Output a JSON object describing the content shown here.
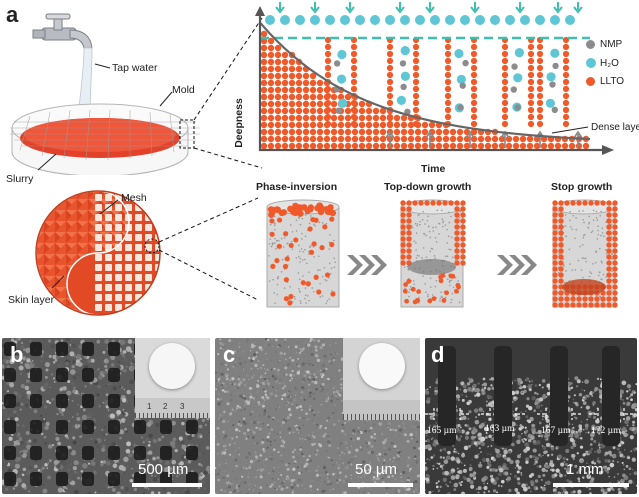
{
  "panels": {
    "a": "a",
    "b": "b",
    "c": "c",
    "d": "d"
  },
  "a_labels": {
    "tap_water": "Tap water",
    "mold": "Mold",
    "slurry": "Slurry",
    "mesh": "Mesh",
    "skin_layer": "Skin layer"
  },
  "plot": {
    "ylabel": "Deepness",
    "xlabel": "Time",
    "dense_layer": "Dense layer",
    "legend": [
      "NMP",
      "H₂O",
      "LLTO"
    ]
  },
  "growth_stages": [
    "Phase-inversion",
    "Top-down growth",
    "Stop growth"
  ],
  "sem": {
    "b_scale": "500 µm",
    "c_scale": "50 µm",
    "d_scale": "1 mm",
    "d_measurements": [
      "165 µm",
      "163 µm",
      "167 µm",
      "172 µm"
    ]
  },
  "ruler_ticks": [
    "1",
    "2",
    "3"
  ],
  "colors": {
    "llto": "#f05a2a",
    "h2o": "#5fc6d6",
    "nmp": "#8c8c8c",
    "teal": "#3fbfb0",
    "sem_gray": "#6e6e6e"
  }
}
